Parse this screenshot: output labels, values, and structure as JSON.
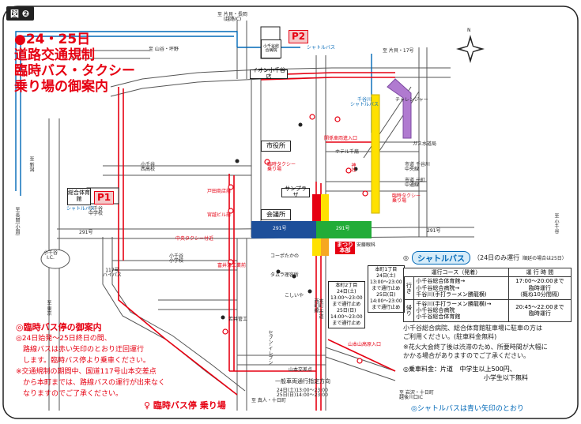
{
  "figure_label": "図 ❷",
  "title": [
    "●24・25日",
    "道路交通規制",
    "臨時バス・タクシー",
    "乗り場の御案内"
  ],
  "parking": {
    "p1": "P1",
    "p2": "P2",
    "p1_name": "総合体育館",
    "p2_name": "小千谷総合病院"
  },
  "directions": {
    "kataki": "至 片貝・長岡\n(越路IC)",
    "yamaya": "至 山谷・坪野",
    "kataki17": "至 片貝・17号",
    "shinkata": "至 新潟",
    "nagaoka": "至 長岡(小国)",
    "tokyo": "至 東京",
    "ojiya_ic": "小千谷\nI.C.",
    "r117": "117号\nバイパス",
    "r291_w": "291号",
    "r291_mid": "291号",
    "r291_e": "291号",
    "r291_green": "291号",
    "ojiya_toward": "至 小千谷",
    "nagaoka_s": "至 岩沢・十日町\n越後川口IC",
    "shinnai": "至 真人・十日町",
    "chare": "チャレンジャー",
    "north": "N"
  },
  "places": {
    "city_hall": "市役所",
    "kaijosho": "会議所",
    "sunplaza": "サンプラザ",
    "hospital_n": "イオン小千谷店",
    "nishi_elem": "小千谷\n西高校",
    "junior_high": "小千谷\n中学校",
    "elementary": "小千谷\n小学校",
    "gas": "ガス水道局",
    "hotel": "ホテル千扇",
    "chuo": "市道 千谷川\n中央線",
    "motomachi": "市道 元町\n中通線",
    "shrine": "神社",
    "kouto": "コーポたかの",
    "tamura": "タムラ理容所",
    "koshiya": "こしいや",
    "wakai": "若井管工",
    "seven": "セブン-イレブン",
    "sanpo": "安藤眼科",
    "yamamoto": "山本交差点",
    "honmachi_road": "本町 市道\n西町線",
    "toda": "戸田商店前",
    "miyajima": "宮越ビル前",
    "tomii": "富井清工業前",
    "chuo_taxi": "中央タクシー付近",
    "yamamoto_bus": "山本山高原入口",
    "hospital_turn": "関係車両進入口"
  },
  "bus_stops": {
    "honmachi_sho": "本町2丁目\n24日(土)\n13:00～23:00\nまで通行止め\n25日(日)\n14:00～23:00\nまで通行止め",
    "honmachi_one": "本町1丁目\n24日(土)\n13:00～23:00\nまで通行止め\n25日(日)\n14:00～23:00\nまで通行止め",
    "rinji_taxi_w": "臨時タクシー\n乗り場",
    "rinji_taxi_e": "臨時タクシー\n乗り場",
    "matsuri": "まつり\n本部",
    "shuttle_stop": "シャトルバス",
    "shuttle_stop_n": "千谷川\nシャトルバス",
    "ichiba": "一般車両通行指定方向",
    "ichiba_time": "24日(土)13:00～23:00\n25日(日)14:00～23:00"
  },
  "notes": {
    "head": "◎臨時バス停の御案内",
    "body": [
      "◎24日始発～25日終日の間、",
      "　路線バスは赤い矢印のとおり迂回運行",
      "　します。臨時バス停より乗車ください。",
      "※交通規制の期間中、国道117号山本交差点",
      "　から本町までは、路線バスの運行が出来なく",
      "　なりますのでご了承ください。"
    ]
  },
  "legend": {
    "bus_stop": "臨時バス停 乗り場"
  },
  "shuttle": {
    "badge": "シャトルバス",
    "sub": "（24日のみ運行 ",
    "sub2": "順延の場合は25日）",
    "col_course": "運行コース（発着）",
    "col_time": "運 行 時 間",
    "row1_dir": "行き",
    "row1_course": "小千谷総合体育館→\n小千谷総合病院→\n千谷川(手打ラーメン勝龍横)",
    "row1_time": "17:00～20:00まで\n臨時運行\n（概ね10分間隔）",
    "row2_dir": "帰り",
    "row2_course": "千谷川(手打ラーメン勝龍横)→\n小千谷総合病院\n小千谷総合体育館",
    "row2_time": "20:45～22:00まで\n臨時運行",
    "note1": "小千谷総合病院、総合体育館駐車場に駐車の方は\nご利用ください。(駐車料金無料)",
    "note2": "※花火大会終了後は渋滞のため、所要時間が大幅に\nかかる場合がありますのでご了承ください。",
    "fare_label": "◎乗車料金：片道",
    "fare_adult": "中学生以上500円、",
    "fare_child": "小学生以下無料",
    "foot": "◎シャトルバスは青い矢印のとおり"
  },
  "colors": {
    "red": "#e60012",
    "blue": "#0068b7",
    "yellow": "#ffe100",
    "purple": "#9b59b6",
    "green": "#22ac38",
    "road_blue": "#1d4f9a",
    "orange": "#f6a821"
  }
}
